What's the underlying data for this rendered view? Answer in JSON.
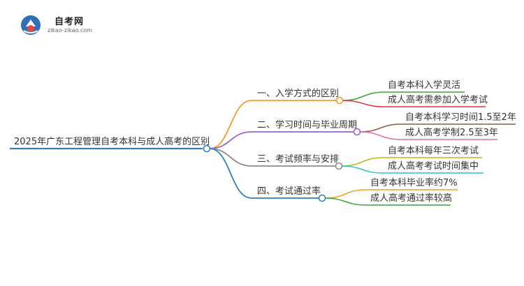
{
  "logo": {
    "title": "自考网",
    "subtitle": "zikao-zikao.com"
  },
  "root": {
    "label": "2025年广东工程管理自考本科与成人高考的区别"
  },
  "branches": [
    {
      "label": "一、入学方式的区别",
      "color": "#f39c2b",
      "leaves": [
        {
          "label": "自考本科入学灵活",
          "color": "#3aa23a"
        },
        {
          "label": "成人高考需参加入学考试",
          "color": "#d9373c"
        }
      ]
    },
    {
      "label": "二、学习时间与毕业周期",
      "color": "#a25fcf",
      "leaves": [
        {
          "label": "自考本科学习时间1.5至2年",
          "color": "#8b5a4a"
        },
        {
          "label": "成人高考学制2.5至3年",
          "color": "#e86aa6"
        }
      ]
    },
    {
      "label": "三、考试频率与安排",
      "color": "#8c8c8c",
      "leaves": [
        {
          "label": "自考本科每年三次考试",
          "color": "#b8b82a"
        },
        {
          "label": "成人高考考试时间集中",
          "color": "#2ec4c4"
        }
      ]
    },
    {
      "label": "四、考试通过率",
      "color": "#2f7fc1",
      "leaves": [
        {
          "label": "自考本科毕业率约7%",
          "color": "#f39c2b"
        },
        {
          "label": "成人高考通过率较高",
          "color": "#3aa23a"
        }
      ]
    }
  ],
  "root_color": "#2f7fc1"
}
